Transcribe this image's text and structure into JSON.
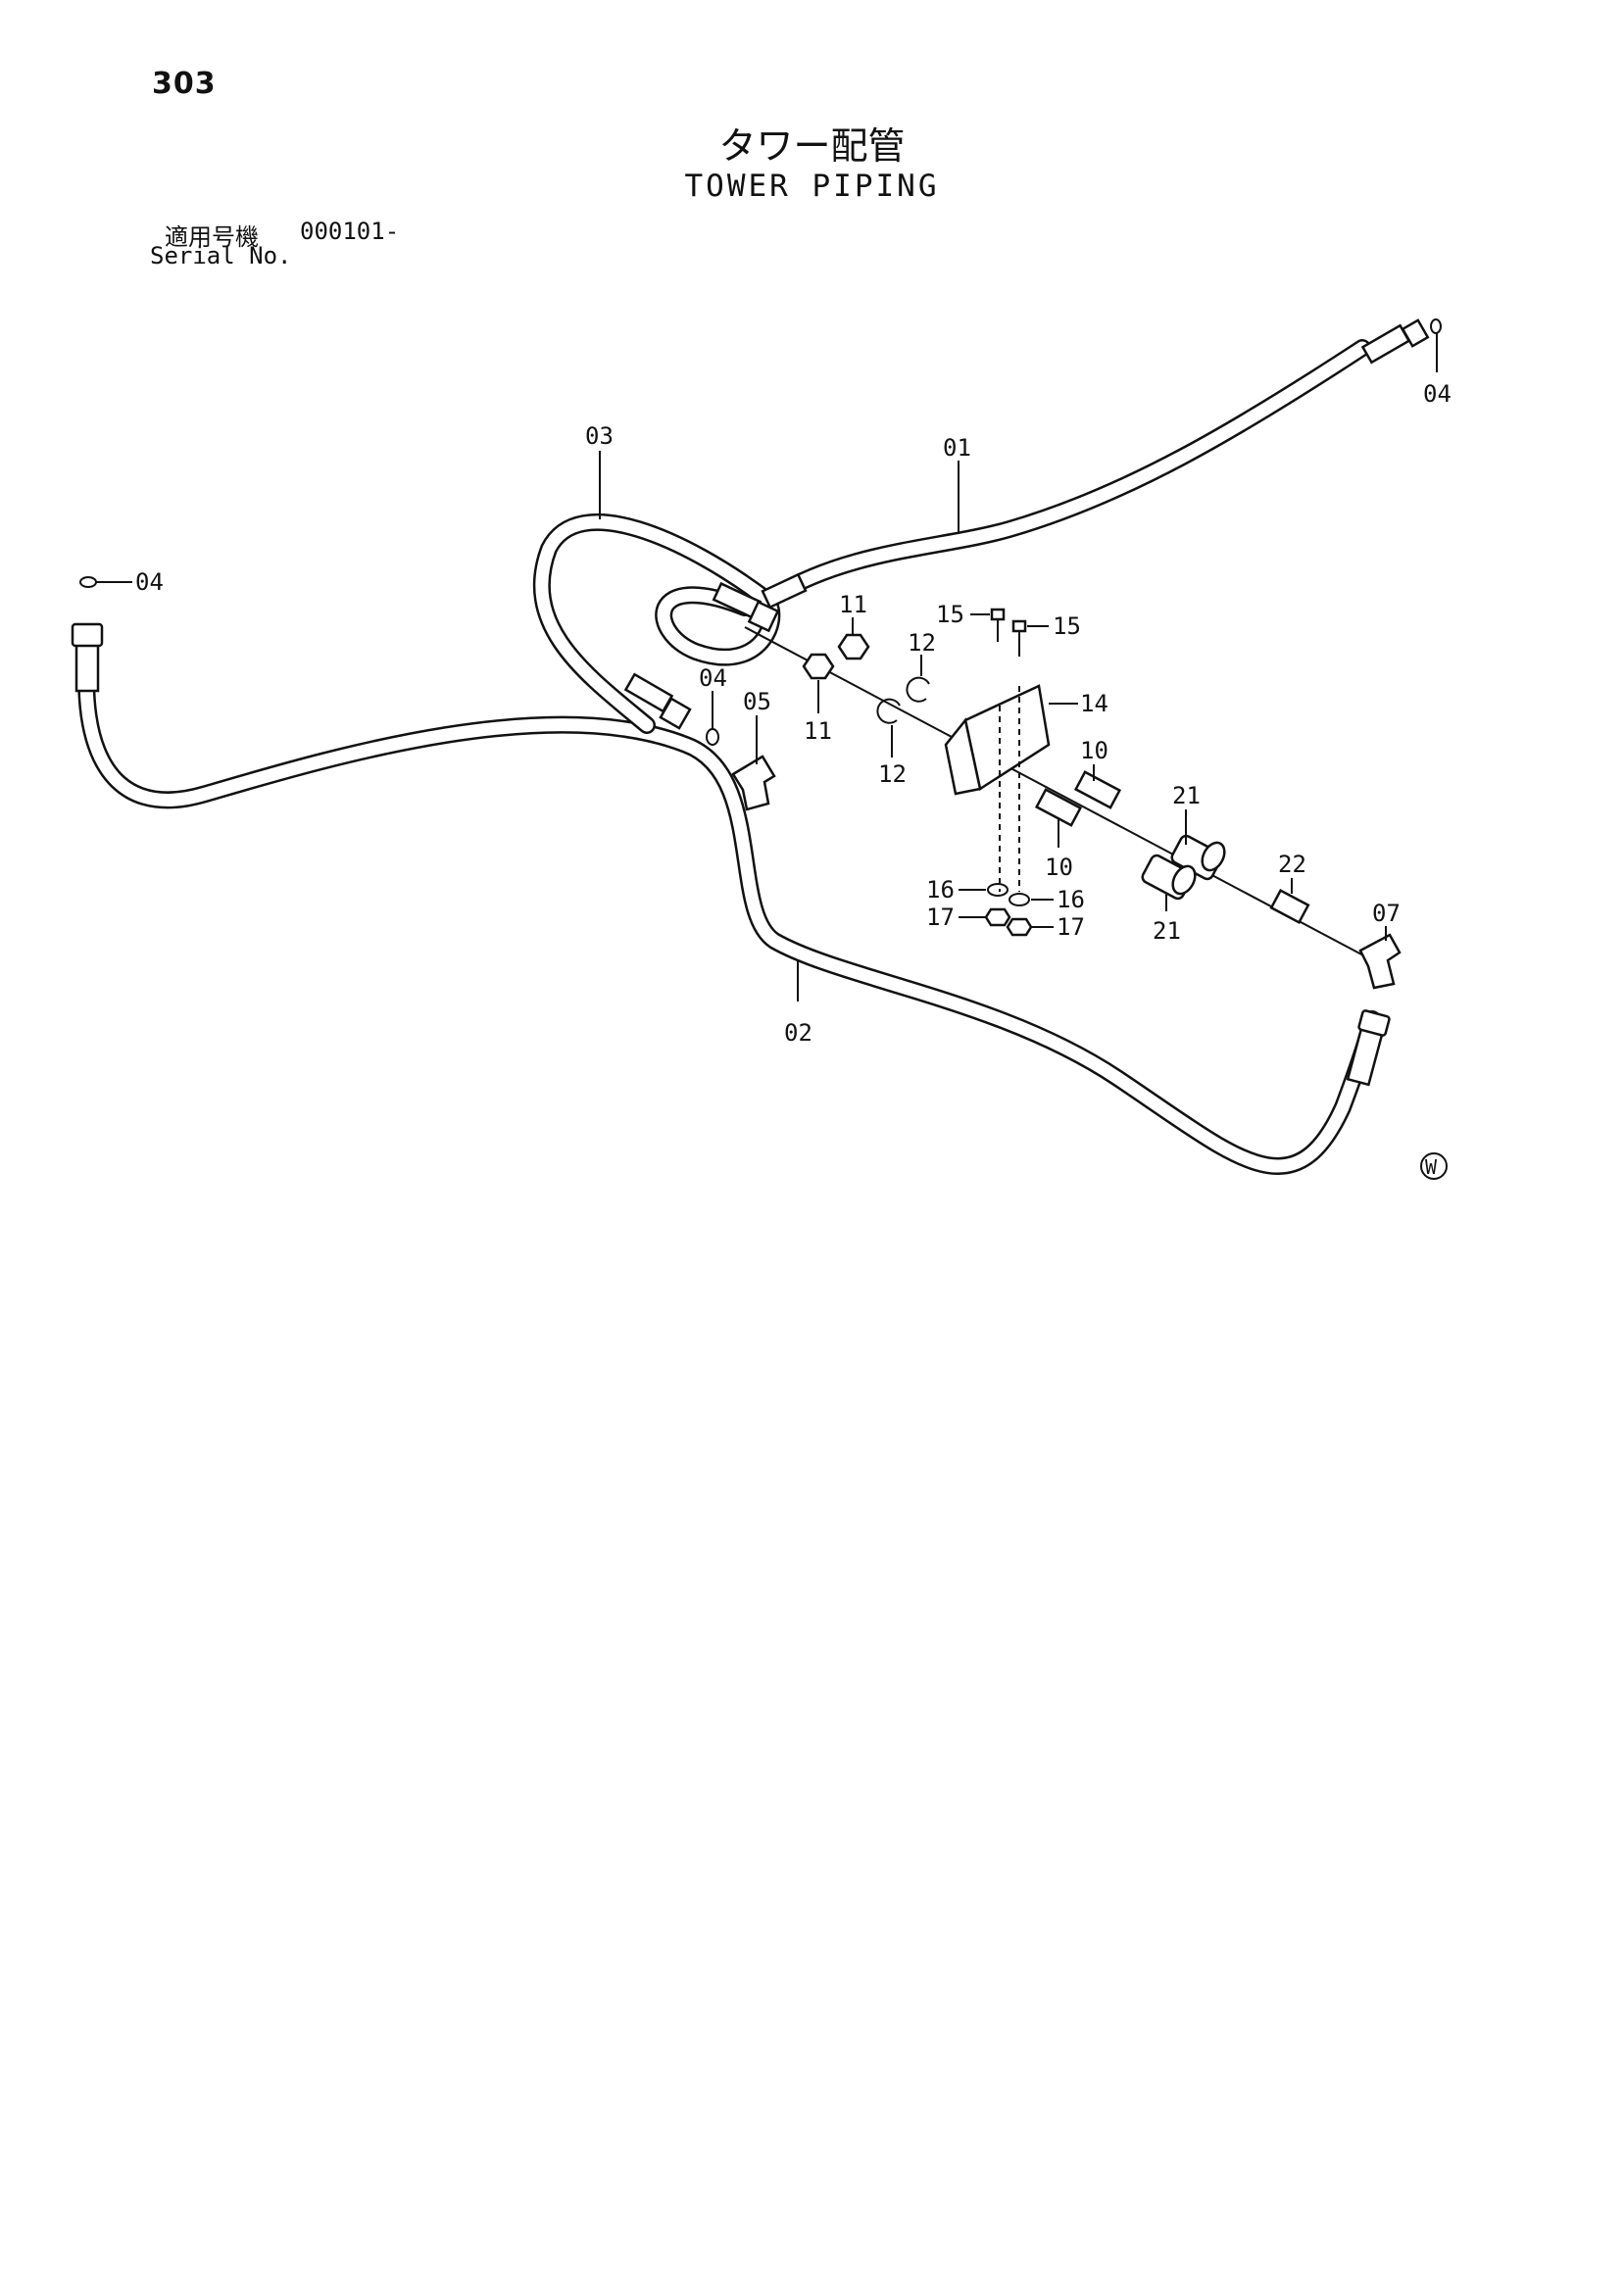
{
  "page_number": "303",
  "title_jp": "タワー配管",
  "title_en": "TOWER PIPING",
  "serial": {
    "label_jp": "適用号機",
    "code": "000101-",
    "label_en": "Serial No."
  },
  "callouts": {
    "c01": "01",
    "c02": "02",
    "c03": "03",
    "c04a": "04",
    "c04b": "04",
    "c04c": "04",
    "c05": "05",
    "c07": "07",
    "c10a": "10",
    "c10b": "10",
    "c11a": "11",
    "c11b": "11",
    "c12a": "12",
    "c12b": "12",
    "c14": "14",
    "c15a": "15",
    "c15b": "15",
    "c16a": "16",
    "c16b": "16",
    "c17a": "17",
    "c17b": "17",
    "c21a": "21",
    "c21b": "21",
    "c22": "22"
  },
  "mark": "W"
}
